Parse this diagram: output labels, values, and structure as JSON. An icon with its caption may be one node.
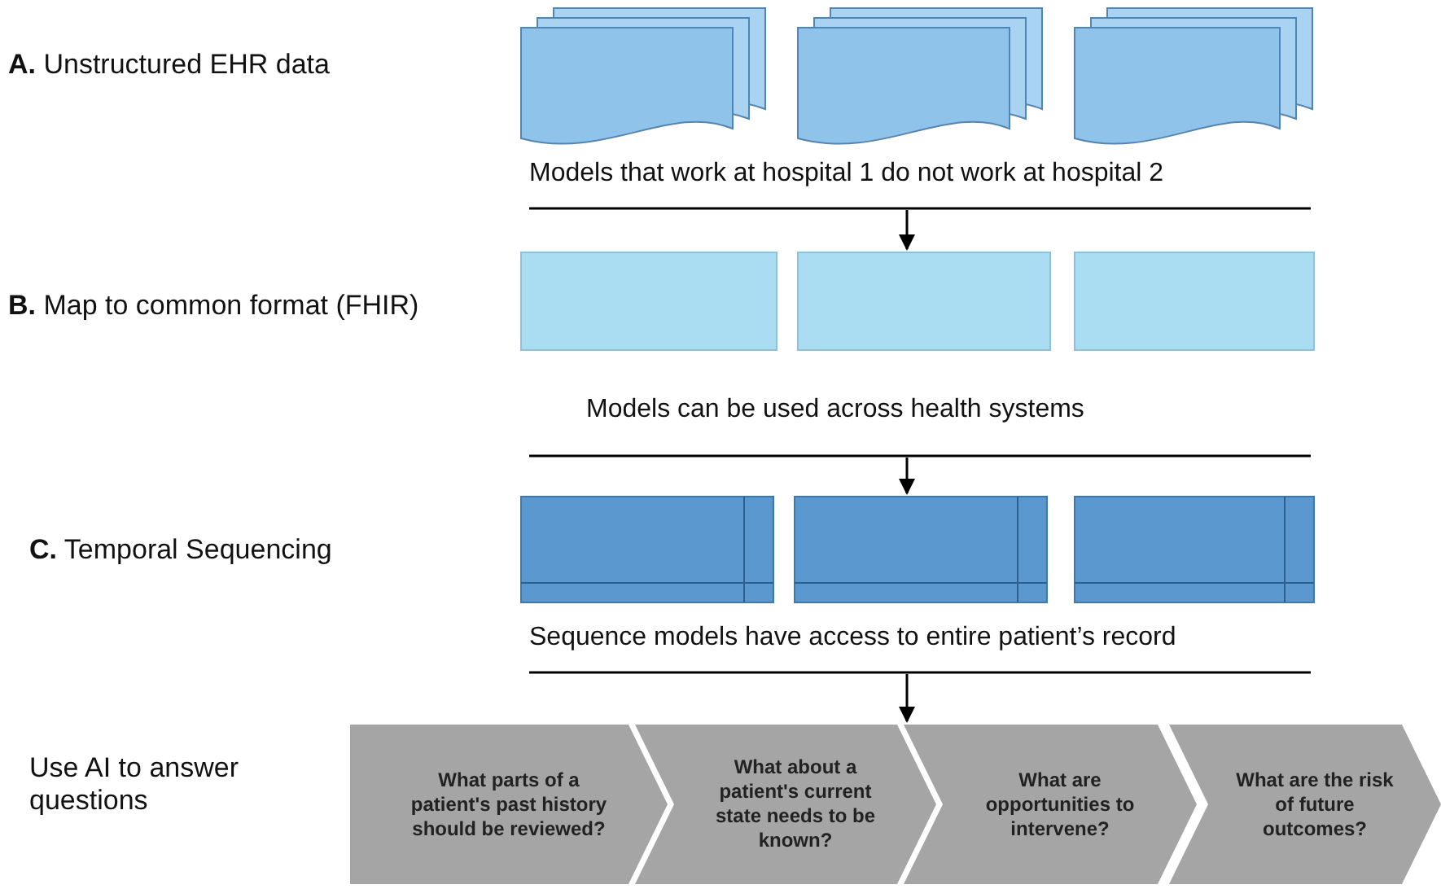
{
  "diagram": {
    "nodes": [
      {
        "text": [],
        "shape": "document"
      },
      {
        "text": [],
        "shape": "document"
      },
      {
        "text": [],
        "shape": "document"
      },
      {
        "text": [],
        "shape": "box"
      },
      {
        "text": [],
        "shape": "box"
      },
      {
        "text": [],
        "shape": "box"
      },
      {
        "text": [],
        "shape": "box"
      },
      {
        "text": [],
        "shape": "box"
      },
      {
        "text": [],
        "shape": "box"
      },
      {
        "text": [
          "What parts of a patient's past history should be reviewed?"
        ]
      },
      {
        "text": [
          "What about a patient's current state needs to be known?"
        ]
      },
      {
        "text": [
          "What are opportunities to intervene?"
        ]
      },
      {
        "text": [
          "What are the risk of future outcomes?"
        ]
      }
    ],
    "edges": [
      {
        "from": null,
        "to": 4,
        "arrow": "to"
      },
      {
        "from": null,
        "to": 7,
        "arrow": "to"
      },
      {
        "from": null,
        "to": 10,
        "arrow": "to"
      }
    ],
    "labels": [
      "**A.** Unstructured EHR data",
      "Models that work at hospital 1 do not work at hospital 2",
      "**B.** Map to common format (FHIR)",
      "Models can be used across health systems",
      "**C.** Temporal Sequencing",
      "Sequence models have access to entire patient’s record",
      "Use AI to answer questions"
    ]
  }
}
